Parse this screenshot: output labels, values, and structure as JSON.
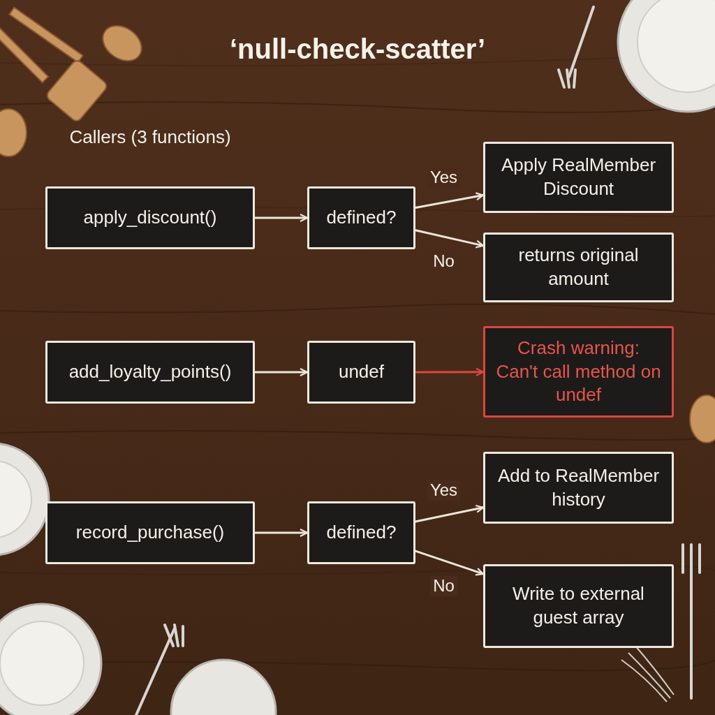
{
  "diagram": {
    "title": "‘null-check-scatter’",
    "nodes": [
      {
        "text": [
          "apply_discount()"
        ]
      },
      {
        "text": [
          "defined?"
        ]
      },
      {
        "text": [
          "Apply RealMember Discount"
        ]
      },
      {
        "text": [
          "returns original amount"
        ]
      },
      {
        "text": [
          "add_loyalty_points()"
        ]
      },
      {
        "text": [
          "undef"
        ]
      },
      {
        "text": [
          "Crash warning: Can't call method on undef"
        ]
      },
      {
        "text": [
          "record_purchase()"
        ]
      },
      {
        "text": [
          "defined?"
        ]
      },
      {
        "text": [
          "Add to RealMember history"
        ]
      },
      {
        "text": [
          "Write to external guest array"
        ]
      }
    ],
    "edges": [
      {
        "from": 0,
        "to": 1,
        "arrow": "to"
      },
      {
        "from": 1,
        "to": 2,
        "label": "Yes",
        "arrow": "to"
      },
      {
        "from": 1,
        "to": 3,
        "label": "No",
        "arrow": "to"
      },
      {
        "from": 4,
        "to": 5,
        "arrow": "to"
      },
      {
        "from": 5,
        "to": 6,
        "arrow": "to"
      },
      {
        "from": 7,
        "to": 8,
        "arrow": "to"
      },
      {
        "from": 8,
        "to": 9,
        "label": "Yes",
        "arrow": "to"
      },
      {
        "from": 8,
        "to": 10,
        "label": "No",
        "arrow": "to"
      }
    ],
    "labels": [
      "Callers (3 functions)"
    ]
  }
}
